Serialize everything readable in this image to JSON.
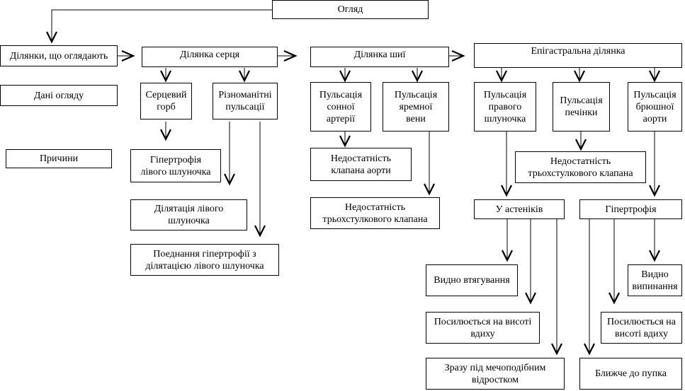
{
  "nodes": {
    "ohliad": "Огляд",
    "dilianky": "Ділянки, що оглядають",
    "dani": "Дані огляду",
    "prychyny": "Причини",
    "sertse": "Ділянка серця",
    "shyia": "Ділянка шиї",
    "epihastralna": "Епігастральна ділянка",
    "sertsevyi_horb": "Серцевий\nгорб",
    "riznomanitni": "Різноманітні\nпульсації",
    "sonna": "Пульсація\nсонної\nартерії",
    "yaremna": "Пульсація\nяремної\nвени",
    "pravyi_shl": "Пульсація\nправого\nшлуночка",
    "pechinka": "Пульсація\nпечінки",
    "cherevna": "Пульсація\nбрюшної\nаорти",
    "hipertrofiia_lsh": "Гіпертрофія\nлівого шлуночка",
    "dylatatsiia": "Ділятація лівого\nшлуночка",
    "poiednannia": "Поеднання гіпертрофії з\nділятацією лівого шлуночка",
    "nedost_aorty": "Недостатність\nклапана аорти",
    "nedost_trykh_1": "Недостатність\nтрьохстулкового клапана",
    "nedost_trykh_2": "Недостатність\nтрьохстулкового клапана",
    "astenikiv": "У астеніків",
    "hipertrofiia": "Гіпертрофія",
    "vtyhuvannia": "Видно втягування",
    "vypynannia": "Видно\nвипинання",
    "posyliuietsia_1": "Посилюється на висоті\nвдиху",
    "posyliuietsia_2": "Посилюється на\nвисоті вдиху",
    "vidrostok": "Зразу під мечоподібним\nвідростком",
    "pupok": "Ближче до пупка"
  }
}
